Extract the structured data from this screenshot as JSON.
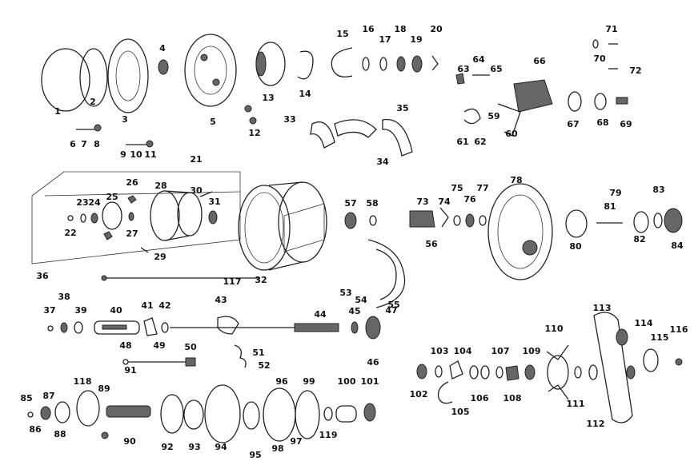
{
  "diagram": {
    "part_numbers": [
      "1",
      "2",
      "3",
      "4",
      "5",
      "6",
      "7",
      "8",
      "9",
      "10",
      "11",
      "12",
      "13",
      "14",
      "15",
      "16",
      "17",
      "18",
      "19",
      "20",
      "21",
      "22",
      "23",
      "24",
      "25",
      "26",
      "27",
      "28",
      "29",
      "30",
      "31",
      "32",
      "33",
      "34",
      "35",
      "36",
      "37",
      "38",
      "39",
      "40",
      "41",
      "42",
      "43",
      "44",
      "45",
      "46",
      "47",
      "48",
      "49",
      "50",
      "51",
      "52",
      "53",
      "54",
      "55",
      "56",
      "57",
      "58",
      "59",
      "60",
      "61",
      "62",
      "63",
      "64",
      "65",
      "66",
      "67",
      "68",
      "69",
      "70",
      "71",
      "72",
      "73",
      "74",
      "75",
      "76",
      "77",
      "78",
      "79",
      "80",
      "81",
      "82",
      "83",
      "84",
      "85",
      "86",
      "87",
      "88",
      "89",
      "90",
      "91",
      "92",
      "93",
      "94",
      "95",
      "96",
      "97",
      "98",
      "99",
      "100",
      "101",
      "102",
      "103",
      "104",
      "105",
      "106",
      "107",
      "108",
      "109",
      "110",
      "111",
      "112",
      "113",
      "114",
      "115",
      "116",
      "117",
      "118",
      "119"
    ]
  }
}
